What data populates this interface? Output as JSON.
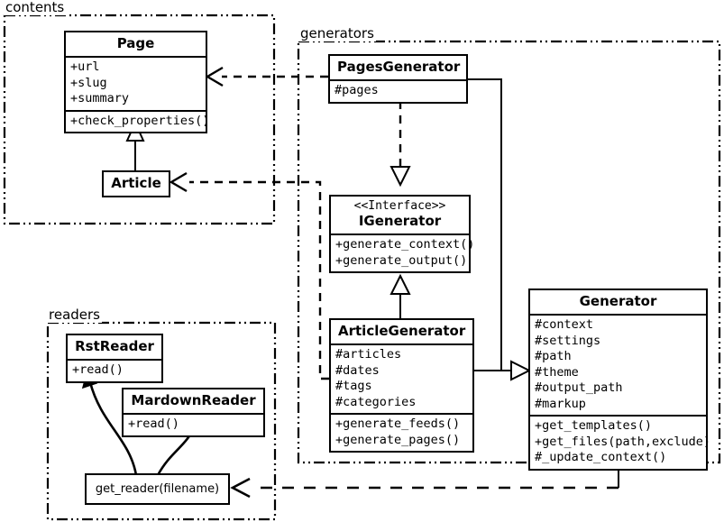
{
  "diagram": {
    "type": "uml-class-diagram",
    "packages": [
      {
        "id": "contents",
        "label": "contents"
      },
      {
        "id": "generators",
        "label": "generators"
      },
      {
        "id": "readers",
        "label": "readers"
      }
    ],
    "classes": [
      {
        "id": "page",
        "name": "Page",
        "stereotype": "",
        "attributes": [
          "+url",
          "+slug",
          "+summary"
        ],
        "operations": [
          "+check_properties()"
        ],
        "package": "contents"
      },
      {
        "id": "article",
        "name": "Article",
        "stereotype": "",
        "attributes": [],
        "operations": [],
        "package": "contents"
      },
      {
        "id": "pages_generator",
        "name": "PagesGenerator",
        "stereotype": "",
        "attributes": [
          "#pages"
        ],
        "operations": [],
        "package": "generators"
      },
      {
        "id": "igenerator",
        "name": "IGenerator",
        "stereotype": "<<Interface>>",
        "attributes": [],
        "operations": [
          "+generate_context()",
          "+generate_output()"
        ],
        "package": "generators"
      },
      {
        "id": "article_generator",
        "name": "ArticleGenerator",
        "stereotype": "",
        "attributes": [
          "#articles",
          "#dates",
          "#tags",
          "#categories"
        ],
        "operations": [
          "+generate_feeds()",
          "+generate_pages()"
        ],
        "package": "generators"
      },
      {
        "id": "generator",
        "name": "Generator",
        "stereotype": "",
        "attributes": [
          "#context",
          "#settings",
          "#path",
          "#theme",
          "#output_path",
          "#markup"
        ],
        "operations": [
          "+get_templates()",
          "+get_files(path,exclude)",
          "#_update_context()"
        ],
        "package": "generators"
      },
      {
        "id": "rst_reader",
        "name": "RstReader",
        "stereotype": "",
        "attributes": [],
        "operations": [
          "+read()"
        ],
        "package": "readers"
      },
      {
        "id": "mardown_reader",
        "name": "MardownReader",
        "stereotype": "",
        "attributes": [],
        "operations": [
          "+read()"
        ],
        "package": "readers"
      }
    ],
    "functions": [
      {
        "id": "get_reader",
        "label": "get_reader(filename)",
        "package": "readers"
      }
    ],
    "relations": [
      {
        "from": "article",
        "to": "page",
        "kind": "generalization"
      },
      {
        "from": "pages_generator",
        "to": "igenerator",
        "kind": "realization"
      },
      {
        "from": "article_generator",
        "to": "igenerator",
        "kind": "generalization"
      },
      {
        "from": "pages_generator",
        "to": "generator",
        "kind": "generalization"
      },
      {
        "from": "article_generator",
        "to": "generator",
        "kind": "generalization"
      },
      {
        "from": "pages_generator",
        "to": "page",
        "kind": "dependency"
      },
      {
        "from": "article_generator",
        "to": "article",
        "kind": "dependency"
      },
      {
        "from": "generator",
        "to": "get_reader",
        "kind": "dependency"
      },
      {
        "from": "get_reader",
        "to": "rst_reader",
        "kind": "association"
      },
      {
        "from": "get_reader",
        "to": "mardown_reader",
        "kind": "association"
      }
    ],
    "colors": {
      "stroke": "#000000",
      "background": "#ffffff"
    }
  }
}
